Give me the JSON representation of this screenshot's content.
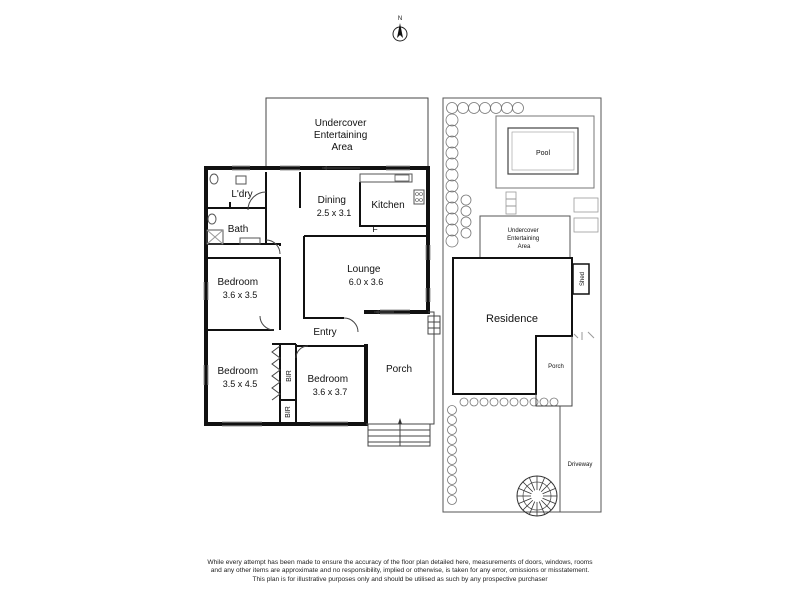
{
  "compass": {
    "label": "N"
  },
  "floorplan": {
    "rooms": [
      {
        "id": "undercover",
        "lines": [
          "Undercover",
          "Entertaining",
          "Area"
        ]
      },
      {
        "id": "laundry",
        "lines": [
          "L'dry"
        ]
      },
      {
        "id": "dining",
        "lines": [
          "Dining",
          "2.5 x 3.1"
        ]
      },
      {
        "id": "kitchen",
        "lines": [
          "Kitchen"
        ]
      },
      {
        "id": "fridge",
        "lines": [
          "F"
        ]
      },
      {
        "id": "bath",
        "lines": [
          "Bath"
        ]
      },
      {
        "id": "bedroom1",
        "lines": [
          "Bedroom",
          "3.6 x 3.5"
        ]
      },
      {
        "id": "lounge",
        "lines": [
          "Lounge",
          "6.0 x 3.6"
        ]
      },
      {
        "id": "entry",
        "lines": [
          "Entry"
        ]
      },
      {
        "id": "bedroom2",
        "lines": [
          "Bedroom",
          "3.5 x 4.5"
        ]
      },
      {
        "id": "bir1",
        "lines": [
          "BIR"
        ]
      },
      {
        "id": "bedroom3",
        "lines": [
          "Bedroom",
          "3.6 x 3.7"
        ]
      },
      {
        "id": "bir2",
        "lines": [
          "BIR"
        ]
      },
      {
        "id": "porch",
        "lines": [
          "Porch"
        ]
      }
    ]
  },
  "siteplan": {
    "labels": [
      {
        "id": "pool",
        "lines": [
          "Pool"
        ]
      },
      {
        "id": "site-undercover",
        "lines": [
          "Undercover",
          "Entertaining",
          "Area"
        ]
      },
      {
        "id": "shed",
        "lines": [
          "Shed"
        ]
      },
      {
        "id": "residence",
        "lines": [
          "Residence"
        ]
      },
      {
        "id": "site-porch",
        "lines": [
          "Porch"
        ]
      },
      {
        "id": "driveway",
        "lines": [
          "Driveway"
        ]
      }
    ]
  },
  "disclaimer": [
    "While every attempt has been made to ensure the accuracy of the floor plan detailed here, measurements of doors, windows, rooms",
    "and any other items are approximate and no responsibility, implied or otherwise, is taken for any error, omissions or misstatement.",
    "This plan is for illustrative purposes only and should be utilised as such by any prospective purchaser"
  ]
}
